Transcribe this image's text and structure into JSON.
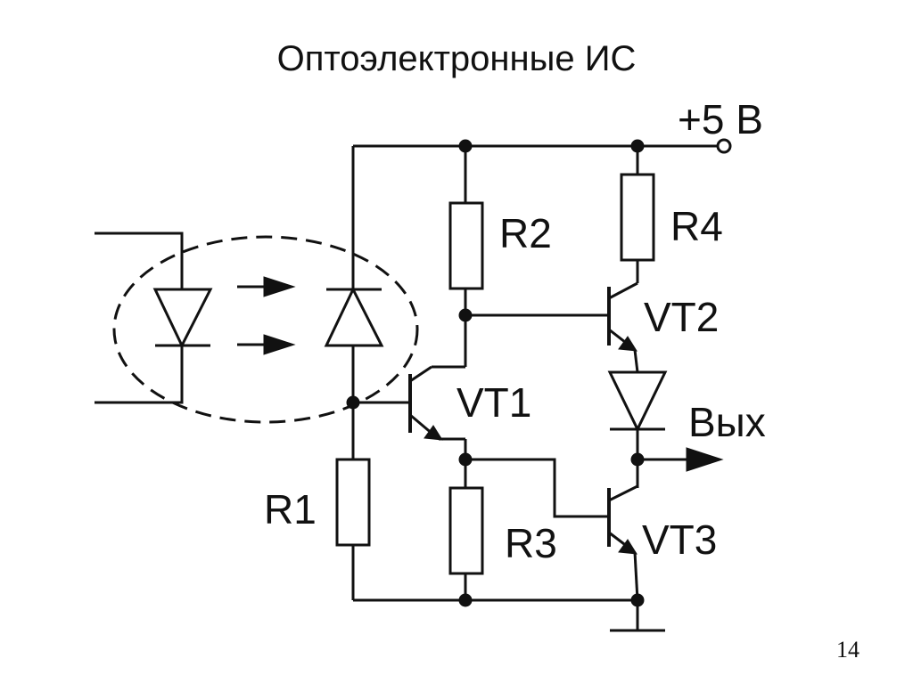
{
  "slide": {
    "title": "Оптоэлектронные ИС",
    "page_number": "14"
  },
  "schematic": {
    "labels": {
      "supply": "+5 В",
      "r1": "R1",
      "r2": "R2",
      "r3": "R3",
      "r4": "R4",
      "vt1": "VT1",
      "vt2": "VT2",
      "vt3": "VT3",
      "output": "Вых"
    }
  }
}
